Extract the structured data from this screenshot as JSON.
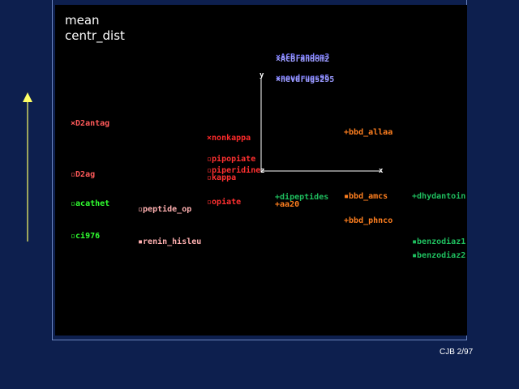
{
  "chart_data": {
    "type": "scatter",
    "title_lines": [
      "mean",
      "centr_dist"
    ],
    "axes_letters": {
      "y": "y",
      "x": "x",
      "z": "z"
    },
    "points": [
      {
        "label": "ACBrandom3",
        "marker": "×",
        "color": "#7f7fff"
      },
      {
        "label": "ACBrandom2",
        "marker": "×",
        "color": "#9a9aff"
      },
      {
        "label": "nevdrugs95",
        "marker": "×",
        "color": "#7f7fff"
      },
      {
        "label": "nevdrugs295",
        "marker": "×",
        "color": "#9a9aff"
      },
      {
        "label": "D2antag",
        "marker": "×",
        "color": "#ff5a5a"
      },
      {
        "label": "nonkappa",
        "marker": "×",
        "color": "#ff2a2a"
      },
      {
        "label": "pipopiate",
        "marker": "▫",
        "color": "#ff3030"
      },
      {
        "label": "piperidine",
        "marker": "▫",
        "color": "#ff3030"
      },
      {
        "label": "kappa",
        "marker": "▫",
        "color": "#ff3030"
      },
      {
        "label": "D2ag",
        "marker": "▫",
        "color": "#ff5a5a"
      },
      {
        "label": "opiate",
        "marker": "▫",
        "color": "#ff3030"
      },
      {
        "label": "acathet",
        "marker": "▫",
        "color": "#30ff30"
      },
      {
        "label": "peptide_op",
        "marker": "▫",
        "color": "#ffb0b0"
      },
      {
        "label": "ci976",
        "marker": "▫",
        "color": "#30ff30"
      },
      {
        "label": "renin_hisleu",
        "marker": "▪",
        "color": "#ffb0b0"
      },
      {
        "label": "bbd_allaa",
        "marker": "+",
        "color": "#ff7f1f"
      },
      {
        "label": "dipeptides",
        "marker": "+",
        "color": "#1fbf5f"
      },
      {
        "label": "aa20",
        "marker": "+",
        "color": "#ff7f1f"
      },
      {
        "label": "bbd_amcs",
        "marker": "▪",
        "color": "#ff7f1f"
      },
      {
        "label": "dhydantoin",
        "marker": "+",
        "color": "#1fbf5f"
      },
      {
        "label": "bbd_phnco",
        "marker": "+",
        "color": "#ff7f1f"
      },
      {
        "label": "benzodiaz1",
        "marker": "▪",
        "color": "#1fbf5f"
      },
      {
        "label": "benzodiaz2",
        "marker": "▪",
        "color": "#1fbf5f"
      }
    ]
  },
  "credit": "CJB 2/97"
}
